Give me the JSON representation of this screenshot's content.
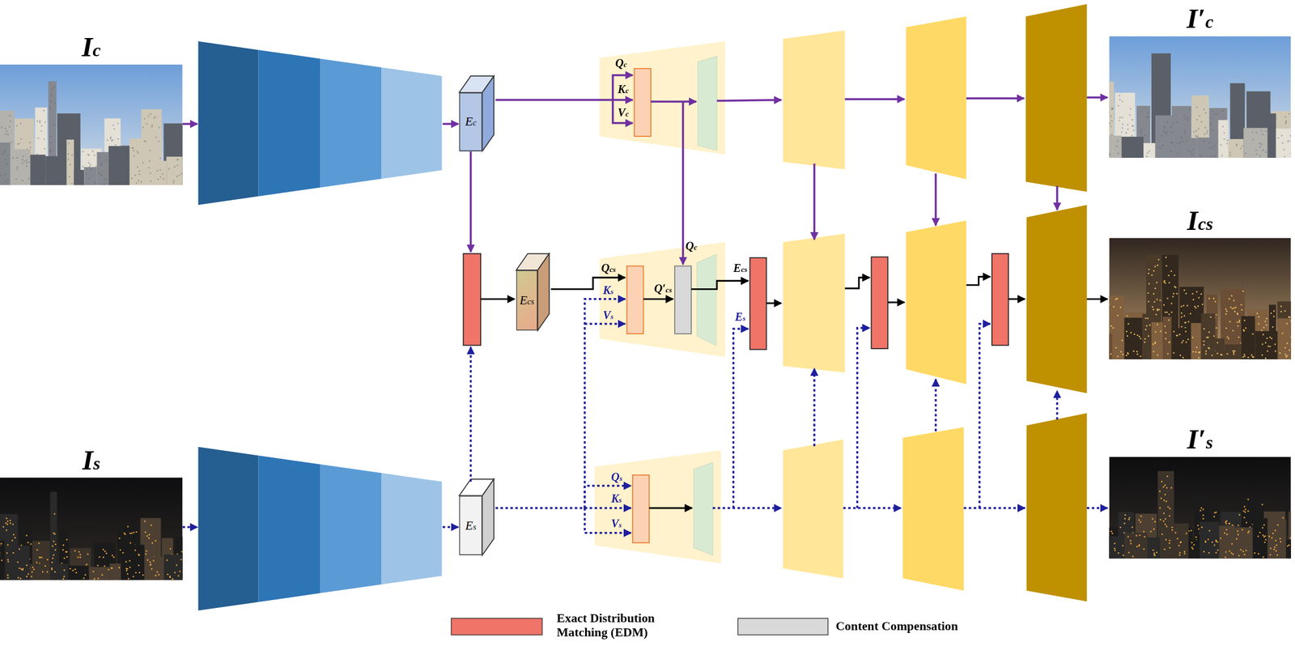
{
  "diagram": {
    "nodes": [
      {
        "text": [
          "Ic"
        ]
      },
      {
        "text": [
          "Ec"
        ]
      },
      {
        "text": [
          "I′c"
        ]
      },
      {
        "text": [
          "Ecs"
        ]
      },
      {
        "text": [
          "Ics"
        ]
      },
      {
        "text": [
          "Is"
        ]
      },
      {
        "text": [
          "Es"
        ]
      },
      {
        "text": [
          "I′s"
        ]
      }
    ],
    "labels": [
      "Qc",
      "Kc",
      "Vc",
      "Qc",
      "Qcs",
      "Ks",
      "Vs",
      "Q′cs",
      "Ecs",
      "Es",
      "Qs",
      "Ks",
      "Vs"
    ],
    "legend": [
      {
        "text": "Exact Distribution Matching (EDM)",
        "color": "#f07468"
      },
      {
        "text": "Content Compensation",
        "color": "#d9d9d9"
      }
    ]
  }
}
